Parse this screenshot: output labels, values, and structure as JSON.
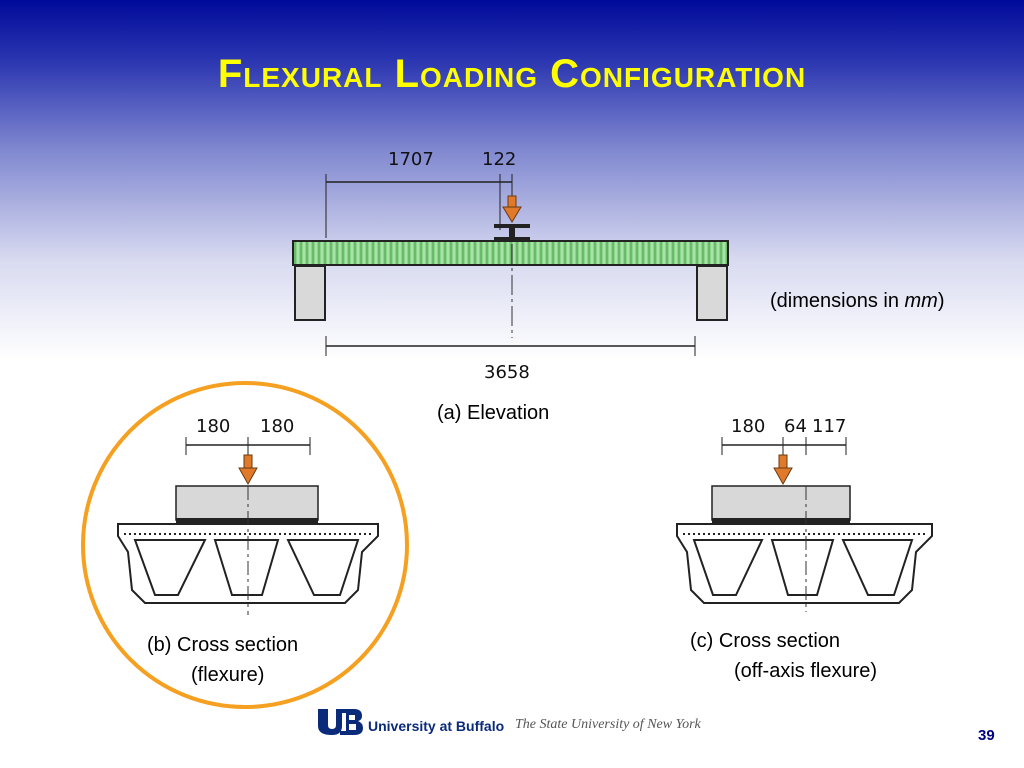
{
  "slide": {
    "title": "Flexural Loading Configuration",
    "dimensions_note_prefix": "(dimensions in ",
    "dimensions_note_unit": "mm",
    "dimensions_note_suffix": ")",
    "number": "39"
  },
  "elevation": {
    "dim_left": "1707",
    "dim_right": "122",
    "span": "3658",
    "caption": "(a) Elevation"
  },
  "cross_section_b": {
    "dim_left": "180",
    "dim_right": "180",
    "caption_line1": "(b) Cross section",
    "caption_line2": "(flexure)"
  },
  "cross_section_c": {
    "dim_1": "180",
    "dim_2": "64",
    "dim_3": "117",
    "caption_line1": "(c) Cross section",
    "caption_line2": "(off-axis flexure)"
  },
  "footer": {
    "university": "University at Buffalo",
    "subtitle": "The State University of New York"
  },
  "colors": {
    "title": "#ffff00",
    "highlight_circle": "#f5a020",
    "load_arrow": "#e07a2a",
    "deck_green": "#7fcf7f"
  }
}
